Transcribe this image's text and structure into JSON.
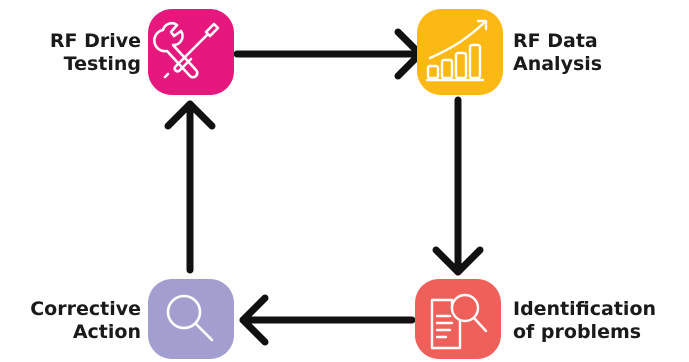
{
  "steps": [
    {
      "id": "rf-drive-testing",
      "line1": "RF Drive",
      "line2": "Testing",
      "color": "#e6177d",
      "icon": "wrench-screwdriver-icon"
    },
    {
      "id": "rf-data-analysis",
      "line1": "RF Data",
      "line2": "Analysis",
      "color": "#fdb913",
      "icon": "rising-bar-chart-icon"
    },
    {
      "id": "identification-of-problems",
      "line1": "Identification",
      "line2": "of problems",
      "color": "#f0605a",
      "icon": "document-search-icon"
    },
    {
      "id": "corrective-action",
      "line1": "Corrective",
      "line2": "Action",
      "color": "#a39ed0",
      "icon": "magnifier-icon"
    }
  ],
  "flow": [
    {
      "from": "rf-drive-testing",
      "to": "rf-data-analysis"
    },
    {
      "from": "rf-data-analysis",
      "to": "identification-of-problems"
    },
    {
      "from": "identification-of-problems",
      "to": "corrective-action"
    },
    {
      "from": "corrective-action",
      "to": "rf-drive-testing"
    }
  ]
}
